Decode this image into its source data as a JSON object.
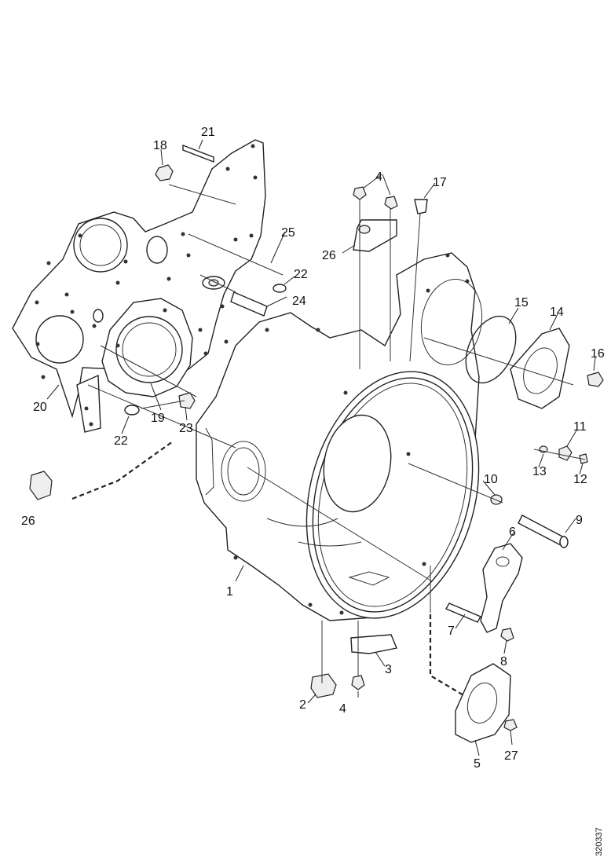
{
  "diagram": {
    "drawing_code": "320337",
    "part_labels": [
      "1",
      "2",
      "3",
      "4",
      "4",
      "5",
      "6",
      "7",
      "8",
      "9",
      "10",
      "11",
      "12",
      "13",
      "14",
      "15",
      "16",
      "17",
      "18",
      "19",
      "20",
      "21",
      "22",
      "22",
      "23",
      "24",
      "25",
      "26",
      "26",
      "27"
    ]
  }
}
